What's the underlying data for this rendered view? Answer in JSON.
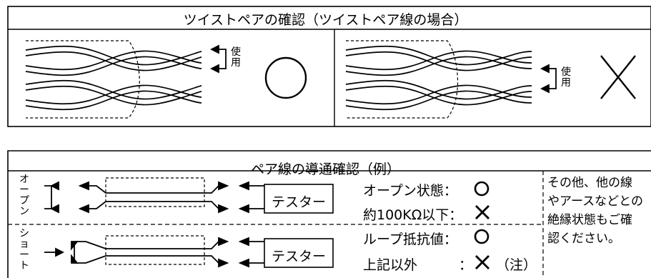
{
  "twisted_pair_check": {
    "title": "ツイストペアの確認（ツイストペア線の場合）",
    "left_panel": {
      "use_label": [
        "使",
        "用"
      ],
      "result_symbol": "circle",
      "result_meaning": "○"
    },
    "right_panel": {
      "use_label": [
        "使",
        "用"
      ],
      "result_symbol": "cross",
      "result_meaning": "×"
    }
  },
  "continuity_check": {
    "title": "ペア線の導通確認（例）",
    "open_row": {
      "side_label": [
        "オ",
        "ー",
        "プ",
        "ン"
      ],
      "device_label": "テスター",
      "condition_1": "オープン状態：",
      "condition_1_symbol": "circle",
      "condition_2": "約100KΩ以下：",
      "condition_2_symbol": "cross"
    },
    "short_row": {
      "side_label": [
        "シ",
        "ョ",
        "ー",
        "ト"
      ],
      "device_label": "テスター",
      "condition_1": "ループ抵抗値：",
      "condition_1_symbol": "circle",
      "condition_2": "上記以外",
      "condition_2_colon": "：",
      "condition_2_symbol": "cross",
      "condition_2_suffix": "（注）"
    },
    "note_lines": [
      "その他、他の線",
      "やアースなどとの",
      "絶縁状態もご確",
      "認ください。"
    ]
  },
  "colors": {
    "line": "#000000",
    "background": "#ffffff"
  },
  "icons": [
    "double-arrow-icon",
    "circle-ok-icon",
    "cross-ng-icon",
    "tester-box",
    "arrow-icon"
  ]
}
